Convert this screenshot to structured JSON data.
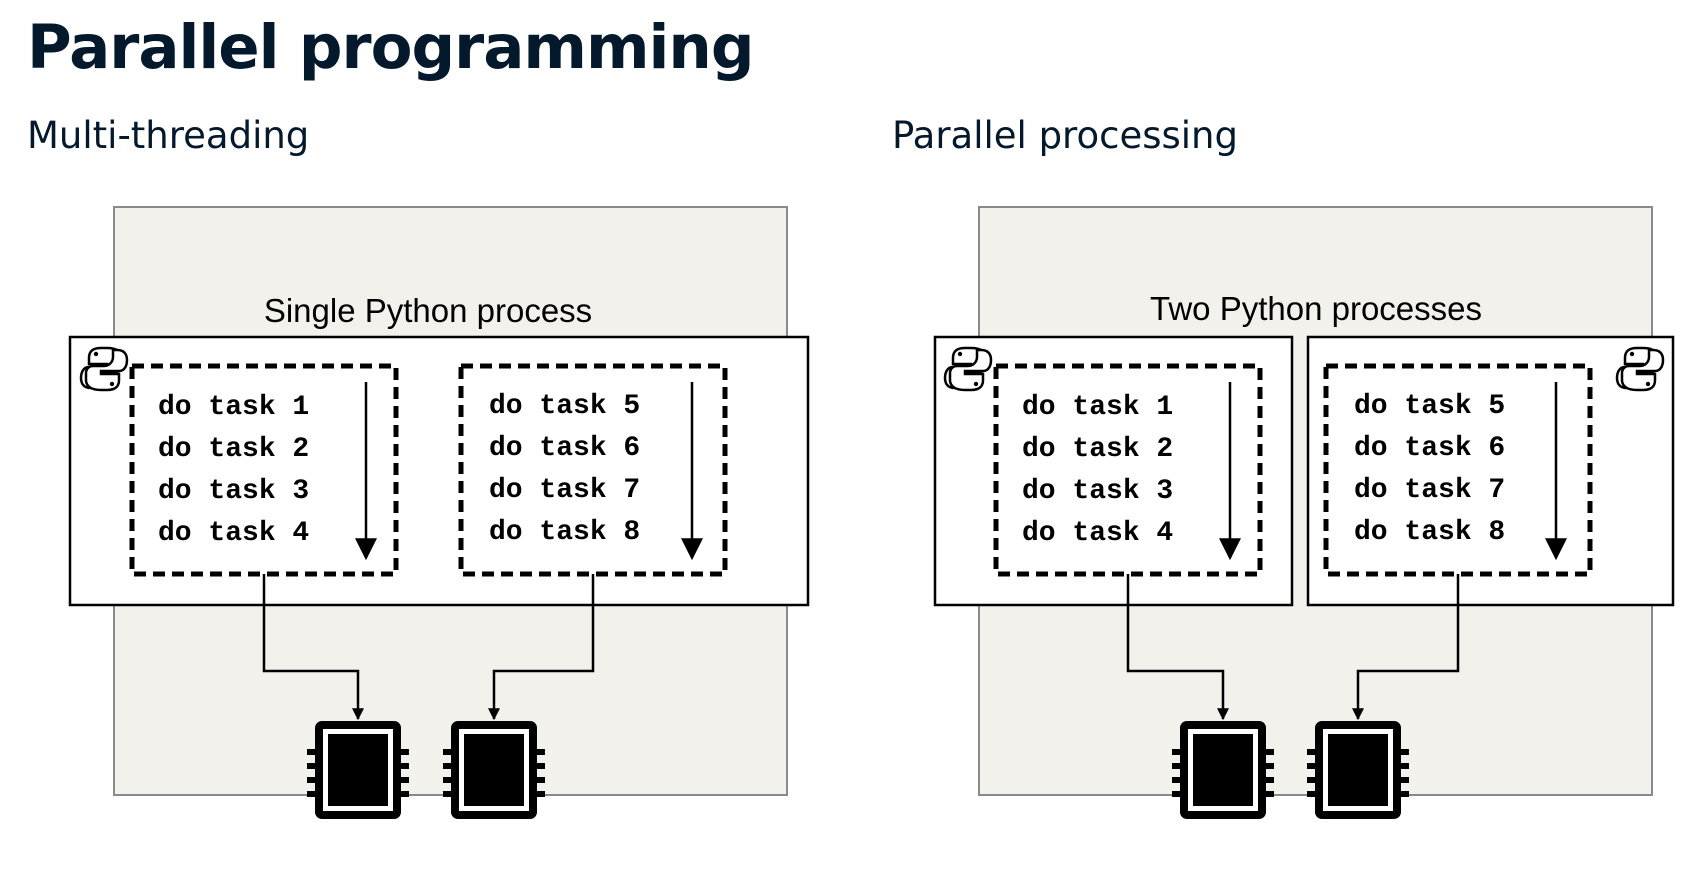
{
  "header": {
    "title": "Parallel programming"
  },
  "panels": [
    {
      "heading": "Multi-threading",
      "process_label": "Single Python process",
      "groups": [
        [
          "do task 1",
          "do task 2",
          "do task 3",
          "do task 4"
        ],
        [
          "do task 5",
          "do task 6",
          "do task 7",
          "do task 8"
        ]
      ]
    },
    {
      "heading": "Parallel processing",
      "process_label": "Two Python processes",
      "groups": [
        [
          "do task 1",
          "do task 2",
          "do task 3",
          "do task 4"
        ],
        [
          "do task 5",
          "do task 6",
          "do task 7",
          "do task 8"
        ]
      ]
    }
  ],
  "colors": {
    "title": "#05192d",
    "outer_box_fill": "#f3f1eb",
    "outer_box_stroke": "#8a8a8a",
    "line": "#000000",
    "python_icon": "#000000"
  },
  "icons": [
    "python-logo-icon",
    "cpu-chip-icon",
    "arrow-down-icon"
  ]
}
